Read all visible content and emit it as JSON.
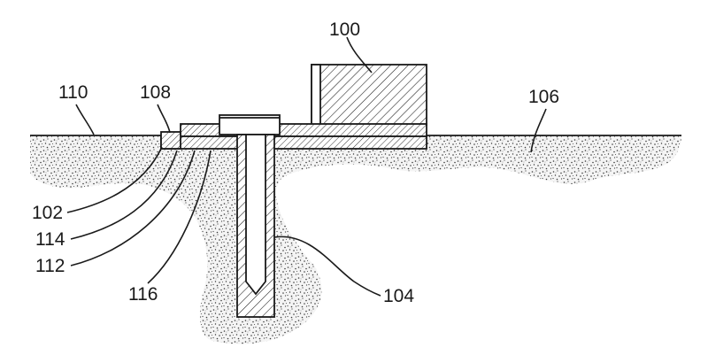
{
  "figure": {
    "labels": {
      "l100": "100",
      "l110": "110",
      "l108": "108",
      "l106": "106",
      "l102": "102",
      "l114": "114",
      "l112": "112",
      "l116": "116",
      "l104": "104"
    }
  },
  "colors": {
    "line": "#1a1a1a",
    "stipple": "#3a3a3a",
    "background": "#ffffff"
  }
}
